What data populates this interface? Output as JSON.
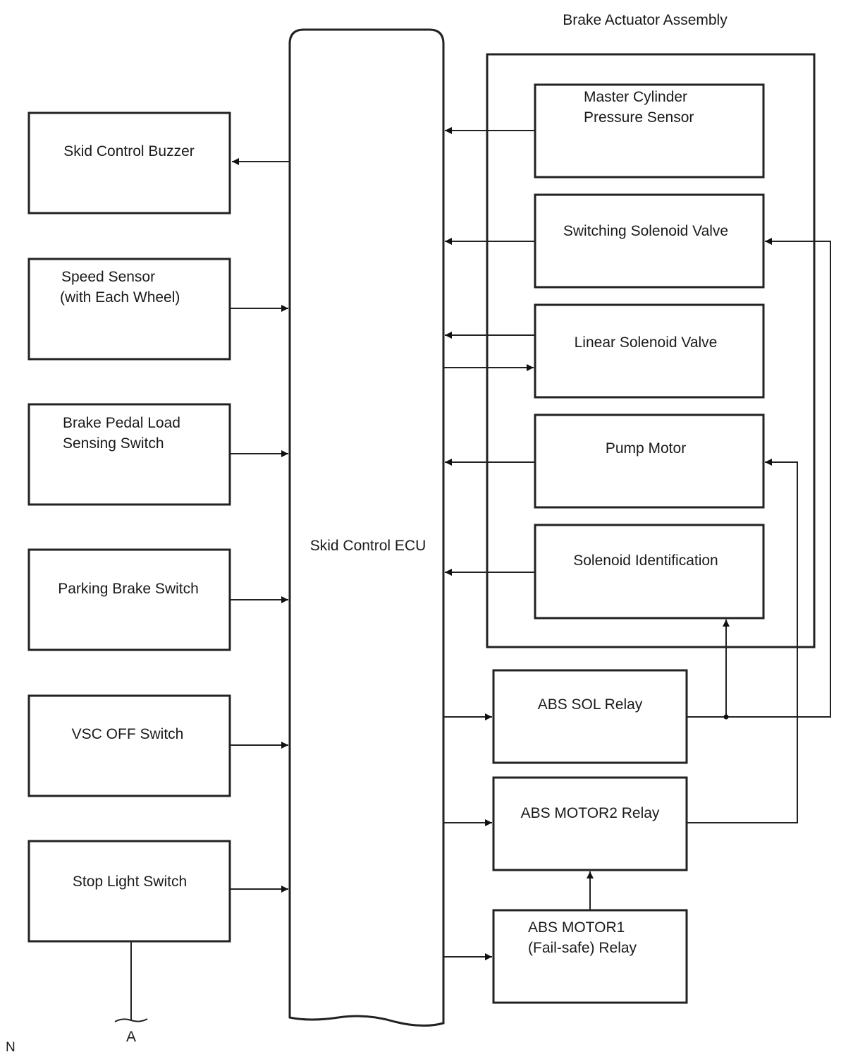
{
  "assembly_title": "Brake Actuator Assembly",
  "ecu_label": "Skid Control ECU",
  "left_components": {
    "buzzer": "Skid Control Buzzer",
    "speed_sensor_1": "Speed Sensor",
    "speed_sensor_2": "(with Each Wheel)",
    "pedal_switch_1": "Brake Pedal Load",
    "pedal_switch_2": "Sensing Switch",
    "parking_brake": "Parking Brake Switch",
    "vsc_off": "VSC OFF Switch",
    "stop_light": "Stop Light Switch"
  },
  "actuator_components": {
    "master_cyl_1": "Master Cylinder",
    "master_cyl_2": "Pressure Sensor",
    "switching_valve": "Switching Solenoid Valve",
    "linear_valve": "Linear Solenoid Valve",
    "pump_motor": "Pump Motor",
    "solenoid_id": "Solenoid Identification"
  },
  "relays": {
    "abs_sol": "ABS SOL Relay",
    "abs_motor2": "ABS MOTOR2 Relay",
    "abs_motor1_1": "ABS MOTOR1",
    "abs_motor1_2": "(Fail-safe) Relay"
  },
  "connector_label": "A",
  "corner_mark": "N"
}
